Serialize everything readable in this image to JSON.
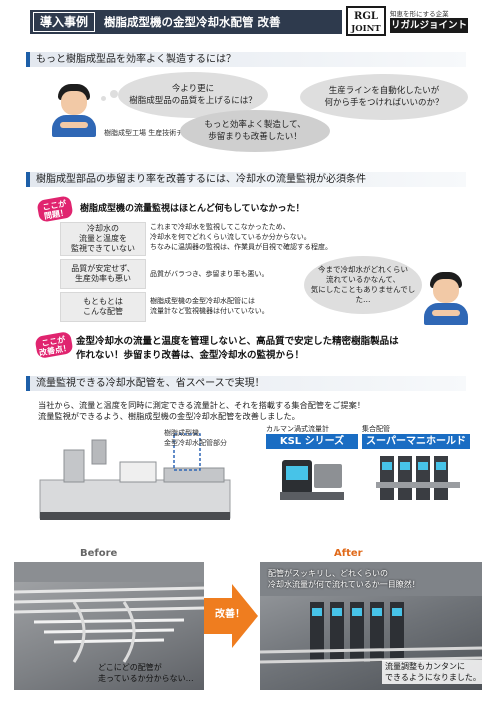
{
  "header": {
    "tag": "導入事例",
    "title": "樹脂成型機の金型冷却水配管 改善"
  },
  "logo": {
    "mark": "RGL JOINT",
    "tagline": "知恵を形にする企業",
    "name": "リガルジョイント"
  },
  "section1": {
    "heading": "もっと樹脂成型品を効率よく製造するには？",
    "person_caption": "樹脂成型工場\n生産技術チーム",
    "clouds": [
      "今より更に\n樹脂成型品の品質を上げるには？",
      "生産ラインを自動化したいが\n何から手をつければいいのか？",
      "もっと効率よく製造して、\n歩留まりも改善したい！"
    ]
  },
  "section2": {
    "heading": "樹脂成型部品の歩留まり率を改善するには、冷却水の流量監視が必須条件",
    "badge_top": "ここが\n問題！",
    "lead": "樹脂成型機の流量監視はほとんど何もしていなかった！",
    "rows": [
      {
        "label": "冷却水の\n流量と温度を\n監視できていない",
        "text": "これまで冷却水を監視してこなかったため、\n冷却水を何でどれくらい流しているか分からない。\nちなみに温調器の監視は、作業員が目視で確認する程度。"
      },
      {
        "label": "品質が安定せず、\n生産効率も悪い",
        "text": "品質がバラつき、歩留まり率も悪い。"
      },
      {
        "label": "もともとは\nこんな配管",
        "text": "樹脂成型機の金型冷却水配管には\n流量計など監視機器は付いていない。"
      }
    ],
    "thought": "今まで冷却水がどれくらい\n流れているかなんて、\n気にしたこともありませんでした…",
    "badge_bottom": "ここが\n改善点！",
    "conclusion": "金型冷却水の流量と温度を管理しないと、高品質で安定した精密樹脂製品は\n作れない！歩留まり改善は、金型冷却水の監視から！"
  },
  "section3": {
    "heading": "流量監視できる冷却水配管を、省スペースで実現！",
    "intro": "当社から、流量と温度を同時に測定できる流量計と、それを搭載する集合配管をご提案！\n流量監視ができるよう、樹脂成型機の金型冷却水配管を改善しました。",
    "machine_label": "樹脂成型機\n金型冷却水配管部分",
    "product1_caption": "カルマン渦式流量計",
    "product1_name": "KSL シリーズ",
    "product2_caption": "集合配管",
    "product2_name": "スーパーマニホールド"
  },
  "before_after": {
    "before_label": "Before",
    "after_label": "After",
    "arrow_text": "改善！",
    "before_caption": "どこにどの配管が\n走っているか分からない…",
    "after_top": "配管がスッキリし、どれくらいの\n冷却水流量が何で流れているか一目瞭然！",
    "after_bottom": "流量調整もカンタンに\nできるようになりました。"
  }
}
